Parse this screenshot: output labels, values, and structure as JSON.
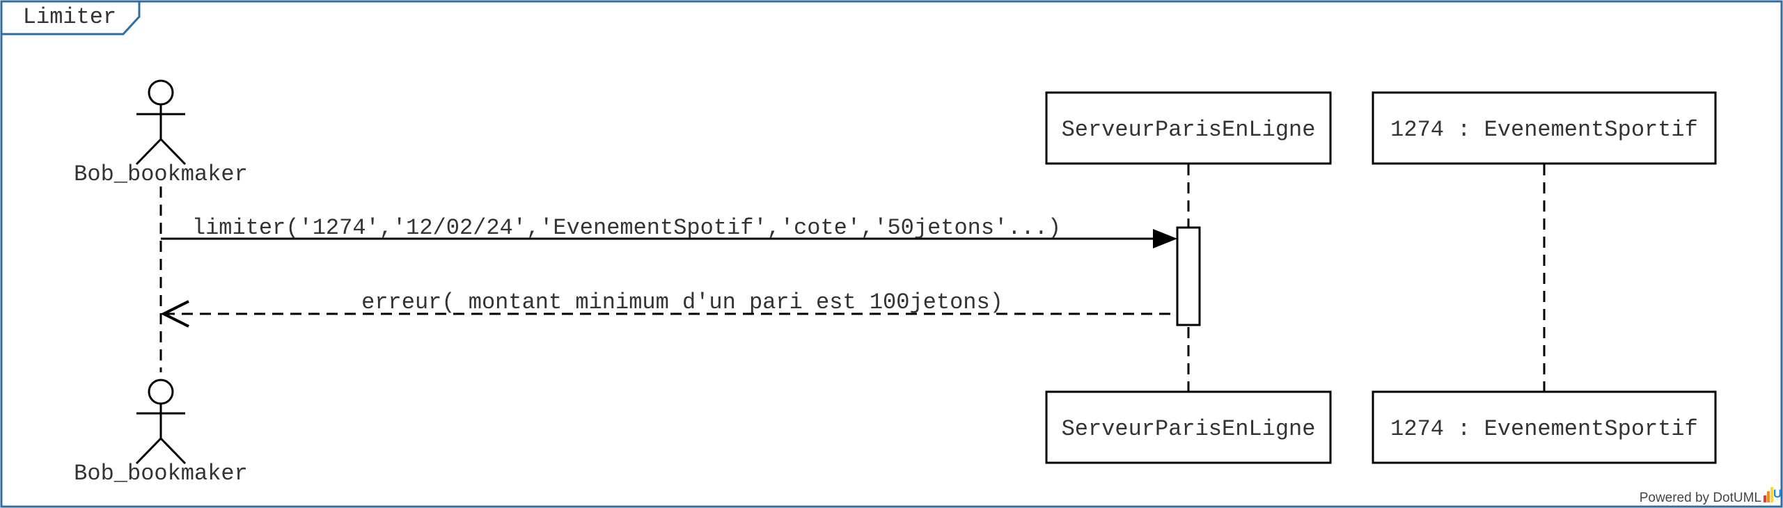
{
  "frame": {
    "title": "Limiter",
    "border_color": "#2e6ca4"
  },
  "actor": {
    "name_top": "Bob_bookmaker",
    "name_bottom": "Bob_bookmaker"
  },
  "participants": [
    {
      "name": "ServeurParisEnLigne"
    },
    {
      "name": "1274 : EvenementSportif"
    }
  ],
  "messages": [
    {
      "label": "limiter('1274','12/02/24','EvenementSpotif','cote','50jetons'...)",
      "kind": "sync-call"
    },
    {
      "label": "erreur( montant minimum d'un pari est 100jetons)",
      "kind": "return"
    }
  ],
  "footer": {
    "powered_by": "Powered by DotUML",
    "logo_letter": "U"
  }
}
